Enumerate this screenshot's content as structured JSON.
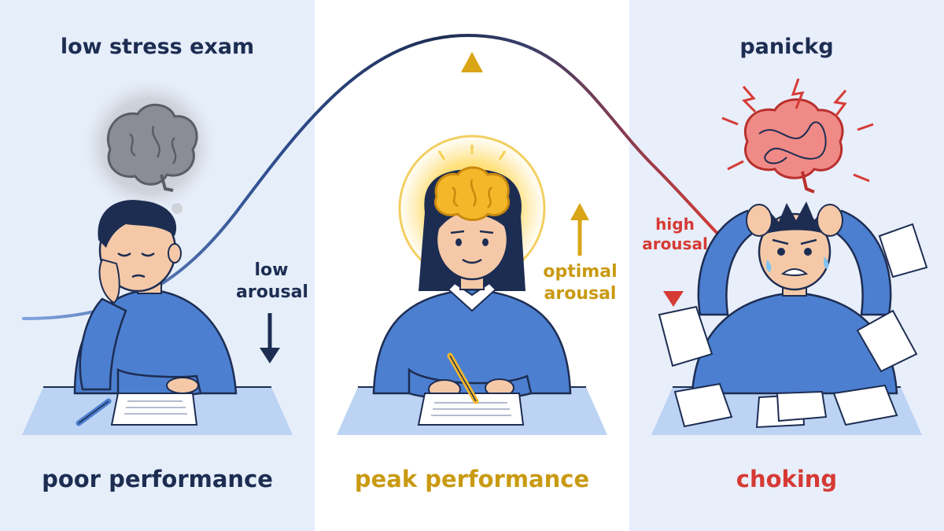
{
  "panels": {
    "left": {
      "heading": "low stress exam",
      "arousal_line1": "low",
      "arousal_line2": "arousal",
      "caption": "poor performance"
    },
    "middle": {
      "arousal_line1": "optimal",
      "arousal_line2": "arousal",
      "caption": "peak performance"
    },
    "right": {
      "heading": "panickg",
      "arousal_line1": "high",
      "arousal_line2": "arousal",
      "caption": "choking"
    }
  },
  "colors": {
    "navy": "#1d2d52",
    "gold": "#c99a12",
    "red": "#d63a35",
    "sweater": "#4c7fd0",
    "desk": "#bcd3f3"
  },
  "icons": [
    "brain-icon",
    "glowing-brain-icon",
    "tangled-brain-icon",
    "pencil-icon",
    "paper-icon",
    "arrow-up-icon",
    "arrow-down-icon"
  ]
}
